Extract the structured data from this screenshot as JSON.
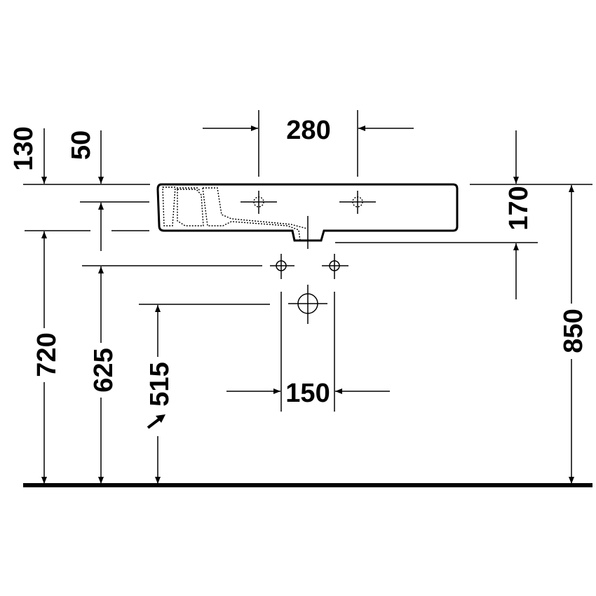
{
  "drawing": {
    "type": "washbasin installation dimension drawing",
    "colors": {
      "line": "#000000",
      "background": "#ffffff"
    },
    "dimensions": {
      "tap_hole_spacing": "280",
      "overflow_above_top": "130",
      "rim_to_tap_hole": "50",
      "basin_height": "170",
      "rim_height": "850",
      "upper_level": "720",
      "supply_height": "625",
      "waste_height": "515",
      "supply_spacing": "150"
    }
  }
}
